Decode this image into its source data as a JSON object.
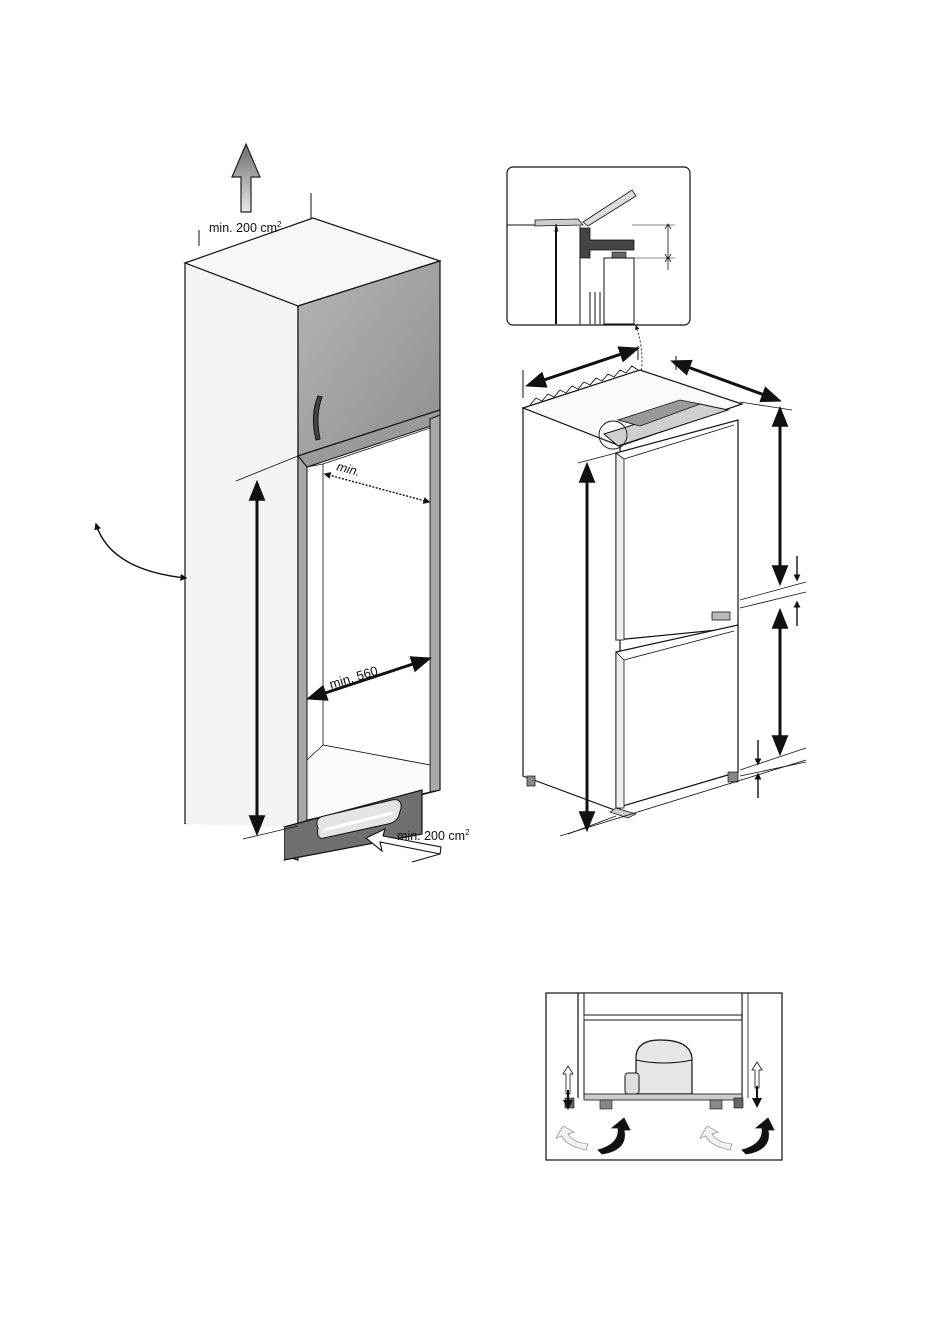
{
  "figure": {
    "labels": {
      "vent_top": "min. 200 cm",
      "vent_top_sup": "2",
      "vent_bottom": "min. 200 cm",
      "vent_bottom_sup": "2",
      "depth_min": "min.",
      "width_min": "min. 560"
    }
  }
}
